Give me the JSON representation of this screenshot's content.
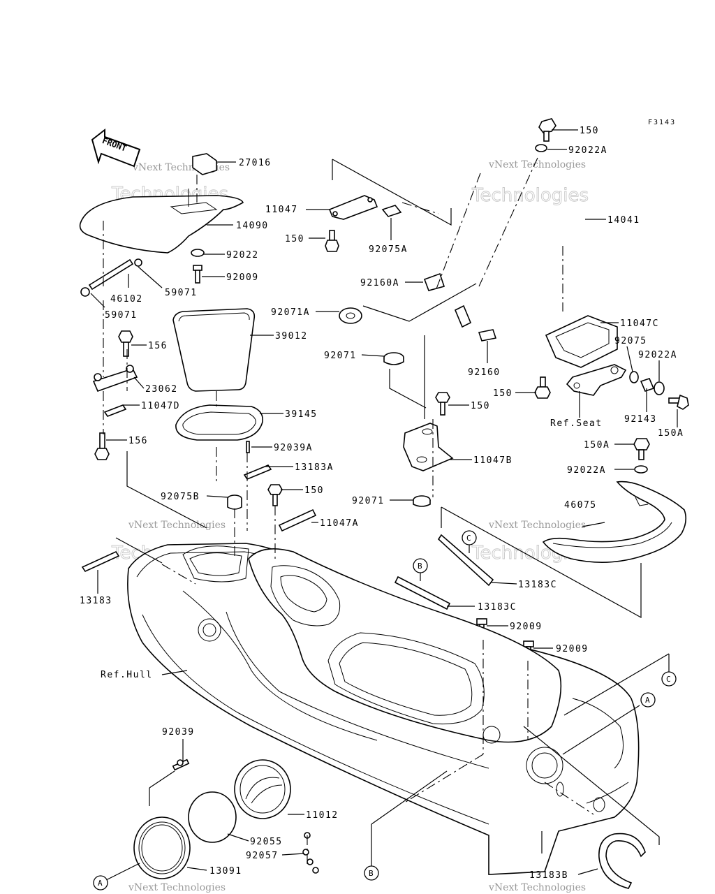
{
  "figure_code": "F3143",
  "front_arrow": "FRONT",
  "watermark": {
    "line1": "vNext Technologies",
    "line2": "Technologies"
  },
  "callouts": [
    "A",
    "B",
    "C"
  ],
  "labels": {
    "p27016": "27016",
    "p14090": "14090",
    "p92022": "92022",
    "p92009_top": "92009",
    "p46102": "46102",
    "p59071_a": "59071",
    "p59071_b": "59071",
    "p39012": "39012",
    "p156_a": "156",
    "p23062": "23062",
    "p11047D": "11047D",
    "p39145": "39145",
    "p156_b": "156",
    "p92039A": "92039A",
    "p13183A": "13183A",
    "p92075B": "92075B",
    "p150_mid": "150",
    "p11047A": "11047A",
    "p13183": "13183",
    "p11047": "11047",
    "p150_top": "150",
    "p92075A": "92075A",
    "p92160A": "92160A",
    "p92071A": "92071A",
    "p92071_a": "92071",
    "p92160": "92160",
    "p150_c": "150",
    "p11047B": "11047B",
    "p92071_b": "92071",
    "p150_right": "150",
    "p92022A_top": "92022A",
    "p14041": "14041",
    "p11047C": "11047C",
    "p92075": "92075",
    "p92022A_mid": "92022A",
    "p150_d": "150",
    "p92143": "92143",
    "p150A_a": "150A",
    "p refseat": "Ref.Seat",
    "p150A_b": "150A",
    "p92022A_low": "92022A",
    "p46075": "46075",
    "p13183C_a": "13183C",
    "p13183C_b": "13183C",
    "p92009_a": "92009",
    "p92009_b": "92009",
    "prefhull": "Ref.Hull",
    "p92039": "92039",
    "p11012": "11012",
    "p92055": "92055",
    "p92057": "92057",
    "p13091": "13091",
    "p13183B": "13183B"
  }
}
